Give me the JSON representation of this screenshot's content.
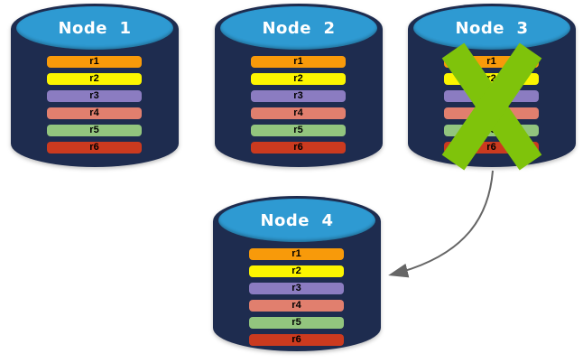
{
  "colors": {
    "background": "#FFFFFF",
    "cylinder_body": "#1E2C4F",
    "cylinder_top": "#2E9AD2",
    "node_label_text": "#FFFFFF",
    "row_text": "#000000",
    "failure_x": "#7FC30B",
    "arrow": "#666666"
  },
  "rows": [
    {
      "label": "r1",
      "color": "#F89A0A"
    },
    {
      "label": "r2",
      "color": "#FCF500"
    },
    {
      "label": "r3",
      "color": "#8B7CC1"
    },
    {
      "label": "r4",
      "color": "#E17F6E"
    },
    {
      "label": "r5",
      "color": "#92C57E"
    },
    {
      "label": "r6",
      "color": "#CB3A1F"
    }
  ],
  "nodes": [
    {
      "label": "Node  1",
      "failed": false
    },
    {
      "label": "Node  2",
      "failed": false
    },
    {
      "label": "Node  3",
      "failed": true
    },
    {
      "label": "Node  4",
      "failed": false
    }
  ],
  "arrow": {
    "from": "Node 3",
    "to": "Node 4"
  }
}
